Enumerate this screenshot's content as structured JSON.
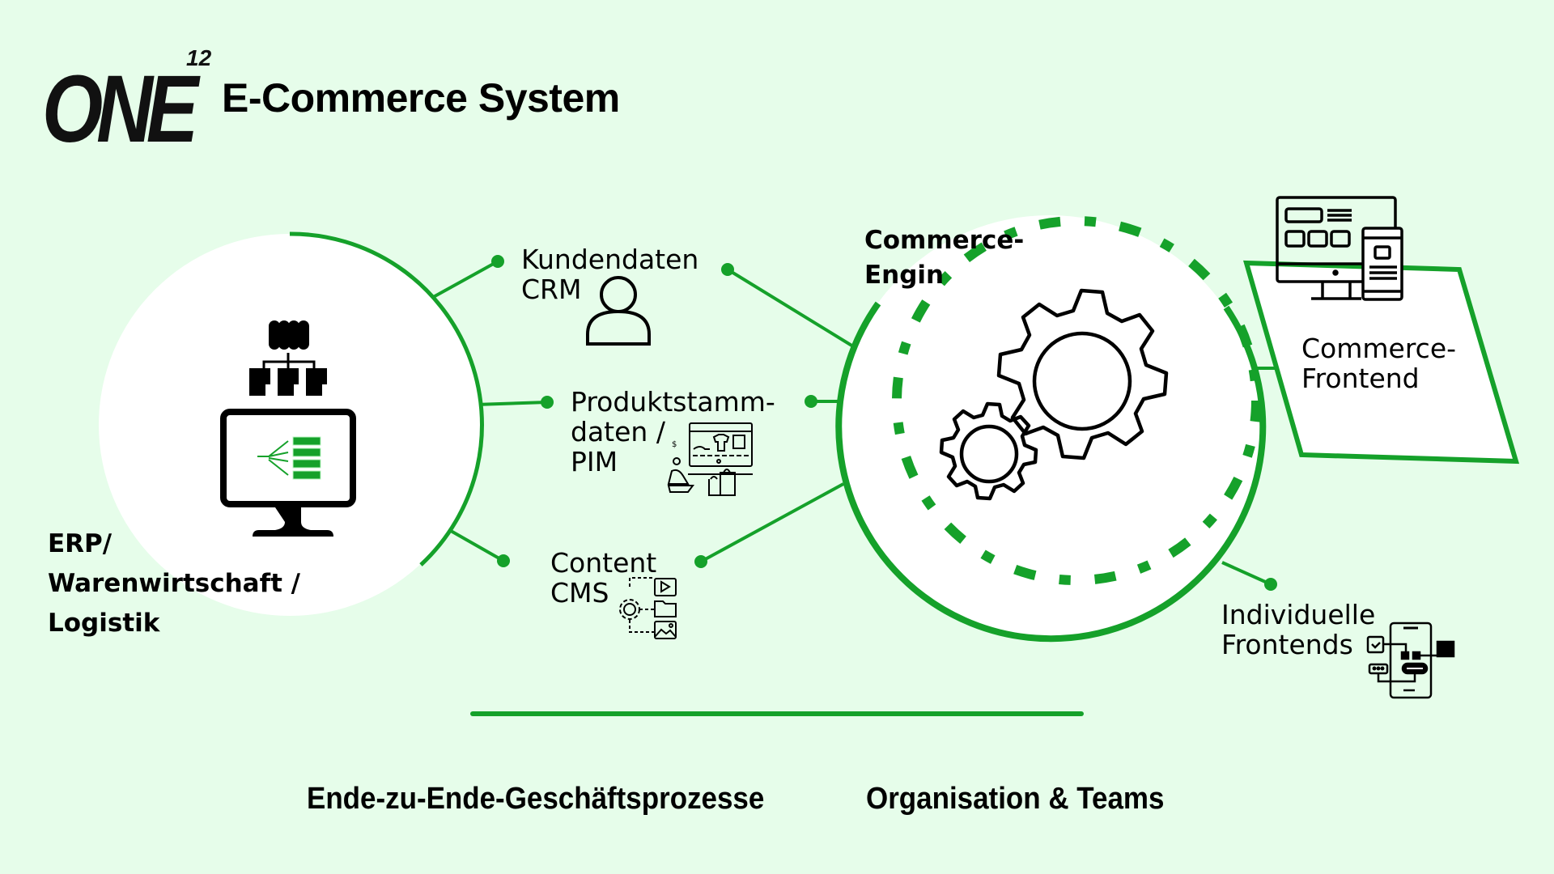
{
  "header": {
    "logo_text": "ONE",
    "logo_superscript": "12",
    "title": "E-Commerce System"
  },
  "colors": {
    "background": "#e6fdea",
    "accent_green": "#15a12a",
    "circle_fill": "#ffffff",
    "text": "#000000"
  },
  "nodes": {
    "erp": {
      "label_lines": [
        "ERP/",
        "Warenwirtschaft /",
        "Logistik"
      ],
      "icon": "server-network-monitor-icon"
    },
    "crm": {
      "label_lines": [
        "Kundendaten",
        "CRM"
      ],
      "icon": "user-icon"
    },
    "pim": {
      "label_lines": [
        "Produktstamm-",
        "daten /",
        "PIM"
      ],
      "icon": "online-shop-icon"
    },
    "cms": {
      "label_lines": [
        "Content",
        "CMS"
      ],
      "icon": "content-management-icon"
    },
    "engine": {
      "label_lines": [
        "Commerce-",
        "Engin"
      ],
      "icon": "gears-icon"
    },
    "frontend": {
      "label_lines": [
        "Commerce-",
        "Frontend"
      ],
      "icon": "responsive-devices-icon"
    },
    "individual": {
      "label_lines": [
        "Individuelle",
        "Frontends"
      ],
      "icon": "mobile-app-components-icon"
    }
  },
  "footer": {
    "left_label": "Ende-zu-Ende-Geschäftsprozesse",
    "right_label": "Organisation & Teams"
  }
}
